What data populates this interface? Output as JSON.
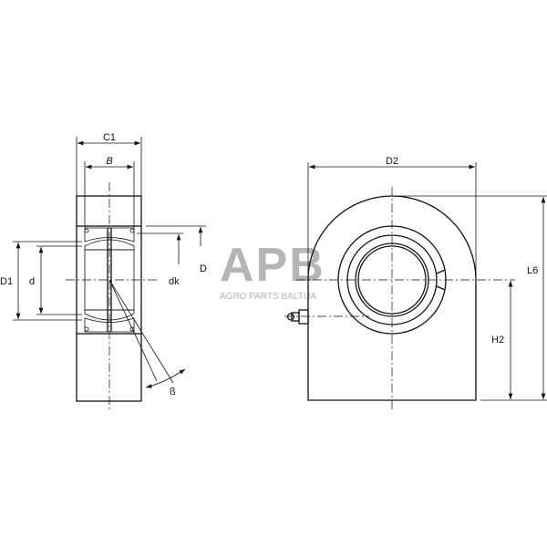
{
  "labels": {
    "c1": "C1",
    "b": "B",
    "d1": "D1",
    "d": "d",
    "dk": "dk",
    "D": "D",
    "beta": "ß",
    "d2": "D2",
    "l6": "L6",
    "h2": "H2"
  },
  "watermark": {
    "logo": "APB",
    "tagline": "AGRO PARTS BALTIJA"
  }
}
